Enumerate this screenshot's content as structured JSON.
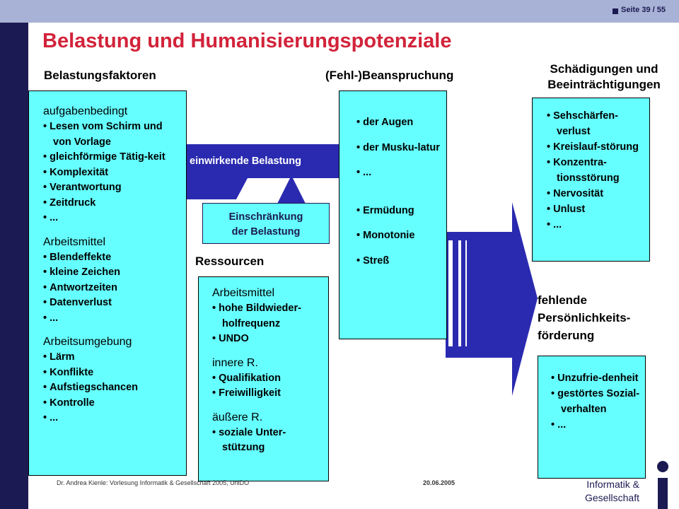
{
  "header": {
    "page_number": "Seite 39 / 55",
    "title": "Belastung und Humanisierungspotenziale"
  },
  "headings": {
    "belastungsfaktoren": "Belastungsfaktoren",
    "beanspruchung": "(Fehl-)Beanspruchung",
    "schaedigungen_line1": "Schädigungen und",
    "schaedigungen_line2": "Beeinträchtigungen",
    "ressourcen": "Ressourcen"
  },
  "belastungsfaktoren": {
    "sections": [
      {
        "title": "aufgabenbedingt",
        "items": [
          "Lesen vom Schirm und von Vorlage",
          "gleichförmige Tätig-keit",
          "Komplexität",
          "Verantwortung",
          "Zeitdruck",
          "..."
        ]
      },
      {
        "title": "Arbeitsmittel",
        "items": [
          "Blendeffekte",
          "kleine Zeichen",
          "Antwortzeiten",
          "Datenverlust",
          "..."
        ]
      },
      {
        "title": "Arbeitsumgebung",
        "items": [
          "Lärm",
          "Konflikte",
          "Aufstiegschancen",
          "Kontrolle",
          "..."
        ]
      }
    ]
  },
  "arrows": {
    "einwirkende_belastung": "einwirkende Belastung",
    "einschraenkung_line1": "Einschränkung",
    "einschraenkung_line2": "der Belastung"
  },
  "ressourcen": {
    "sections": [
      {
        "title": "Arbeitsmittel",
        "items": [
          "hohe Bildwieder-holfrequenz",
          "UNDO"
        ]
      },
      {
        "title": "innere R.",
        "items": [
          "Qualifikation",
          "Freiwilligkeit"
        ]
      },
      {
        "title": "äußere R.",
        "items": [
          "soziale Unter-stützung"
        ]
      }
    ]
  },
  "beanspruchung": {
    "items": [
      "der Augen",
      "der Musku-latur",
      "...",
      "Ermüdung",
      "Monotonie",
      "Streß"
    ]
  },
  "schaedigungen": {
    "items": [
      "Sehschärfen-verlust",
      "Kreislauf-störung",
      "Konzentra-tionsstörung",
      "Nervosität",
      "Unlust",
      "..."
    ]
  },
  "fehlende": {
    "line1": "fehlende",
    "line2": "Persönlichkeits-",
    "line3": "förderung",
    "items": [
      "Unzufrie-denheit",
      "gestörtes Sozial-verhalten",
      "..."
    ]
  },
  "footer": {
    "author": "Dr. Andrea Kienle: Vorlesung Informatik & Gesellschaft 2005, UniDO",
    "date": "20.06.2005",
    "logo_line1": "Informatik &",
    "logo_line2": "Gesellschaft"
  },
  "colors": {
    "title": "#d2233a",
    "box_fill": "#66ffff",
    "arrow_fill": "#2a2ab0",
    "dark_navy": "#1c1a52",
    "top_bar": "#a8b2d6"
  }
}
